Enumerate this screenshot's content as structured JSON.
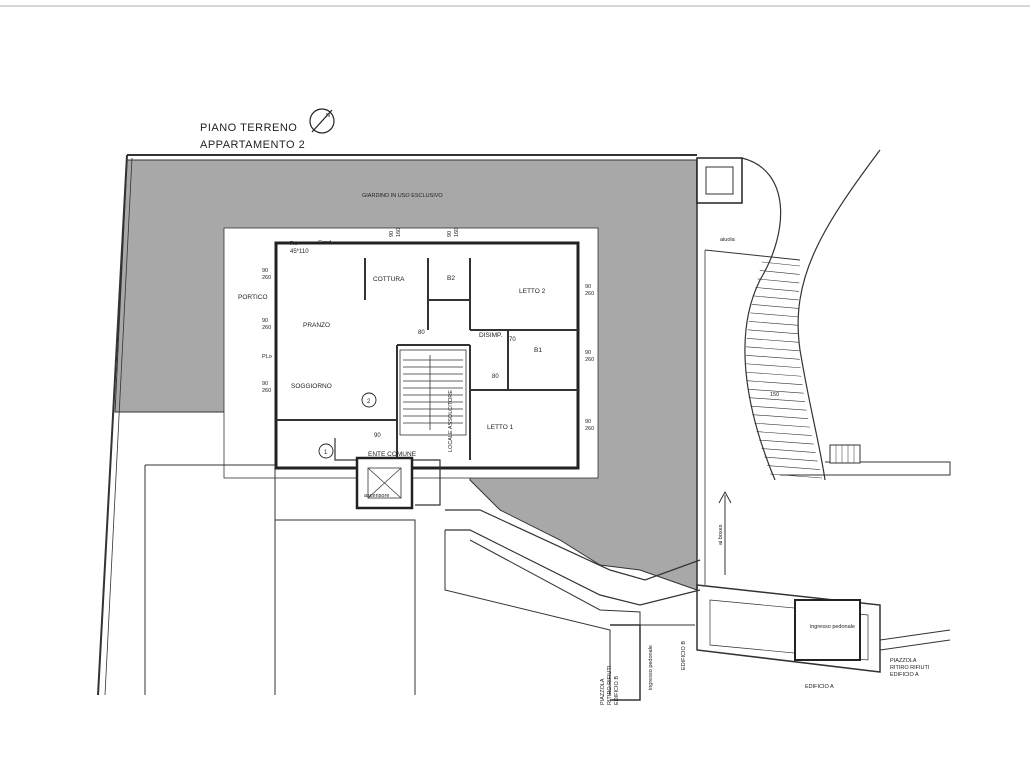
{
  "title": {
    "line1": "PIANO TERRENO",
    "line2": "APPARTAMENTO 2"
  },
  "garden_label": "GIARDINO IN USO ESCLUSIVO",
  "rooms": {
    "portico": "PORTICO",
    "pranzo": "PRANZO",
    "cottura": "COTTURA",
    "soggiorno": "SOGGIORNO",
    "letto2": "LETTO 2",
    "letto1": "LETTO 1",
    "disimp": "DISIMP.",
    "b1": "B1",
    "b2": "B2",
    "ente_comune": "ENTE COMUNE",
    "locale_accoglitore": "LOCALE ASSOLCITORE",
    "ascensore": "ascensore",
    "aiuola": "aiuola"
  },
  "dims": {
    "d90_260": "90\n260",
    "d80": "80",
    "d70": "70",
    "d90": "90",
    "d90_160": "90\n160",
    "window_small": "45*110",
    "cond": "Cond",
    "pc": "P.c",
    "plo": "PLo",
    "step": "150"
  },
  "markers": {
    "m1": "1",
    "m2": "2"
  },
  "access": {
    "ai_boxes": "ai boxes",
    "ingresso_pedonale": "ingresso pedonale",
    "ingresso_pedonale_rot": "ingresso pedonale",
    "edificio_a": "EDIFICIO A",
    "edificio_b": "EDIFICIO B",
    "piazzola_a": "PIAZZOLA\nRITIRO RIFIUTI\nEDIFICIO A",
    "piazzola_b": "PIAZZOLA\nRITIRO RIFIUTI\nEDIFICIO B"
  },
  "north_label": "N"
}
